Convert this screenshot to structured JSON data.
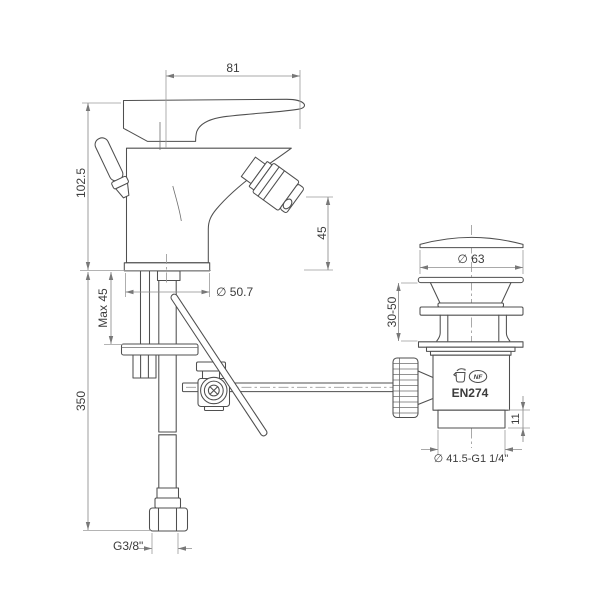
{
  "page": {
    "background": "#ffffff",
    "line_color": "#4f4f4f",
    "dimension_color": "#8d8d8d"
  },
  "dimensions": {
    "spout_reach": "81",
    "body_height": "102.5",
    "spout_height": "45",
    "base_diameter": "∅ 50.7",
    "max_deck_thickness": "Max 45",
    "hose_length": "350",
    "supply_thread": "G3/8\"",
    "drain_cap_diameter": "∅ 63",
    "drain_height_range": "30-50",
    "drain_tail_height": "11",
    "drain_thread": "∅ 41.5-G1 1/4\""
  },
  "labels": {
    "standard": "EN274",
    "nf_mark": "NF"
  }
}
